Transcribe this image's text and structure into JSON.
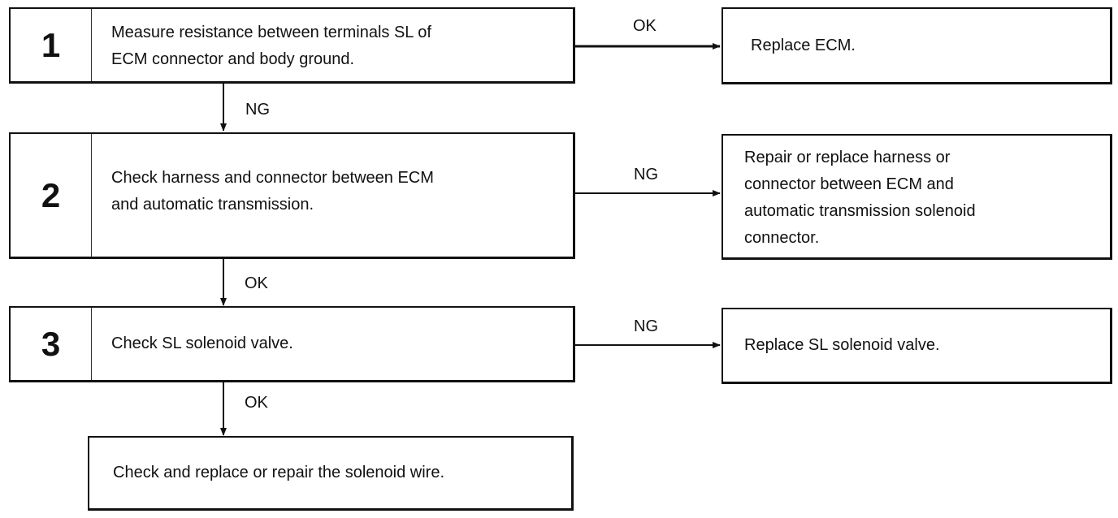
{
  "steps": [
    {
      "number": "1",
      "text": "Measure resistance between terminals SL of\nECM connector and body ground."
    },
    {
      "number": "2",
      "text": "Check harness and connector between ECM\nand automatic transmission."
    },
    {
      "number": "3",
      "text": "Check SL solenoid valve."
    }
  ],
  "results": [
    {
      "text": "Replace ECM."
    },
    {
      "text": "Repair or replace harness or\nconnector between ECM and\nautomatic transmission solenoid\nconnector."
    },
    {
      "text": "Replace SL solenoid valve."
    }
  ],
  "final": {
    "text": "Check and replace or repair the solenoid wire."
  },
  "branch_labels": {
    "step1_right": "OK",
    "step1_down": "NG",
    "step2_right": "NG",
    "step2_down": "OK",
    "step3_right": "NG",
    "step3_down": "OK"
  }
}
